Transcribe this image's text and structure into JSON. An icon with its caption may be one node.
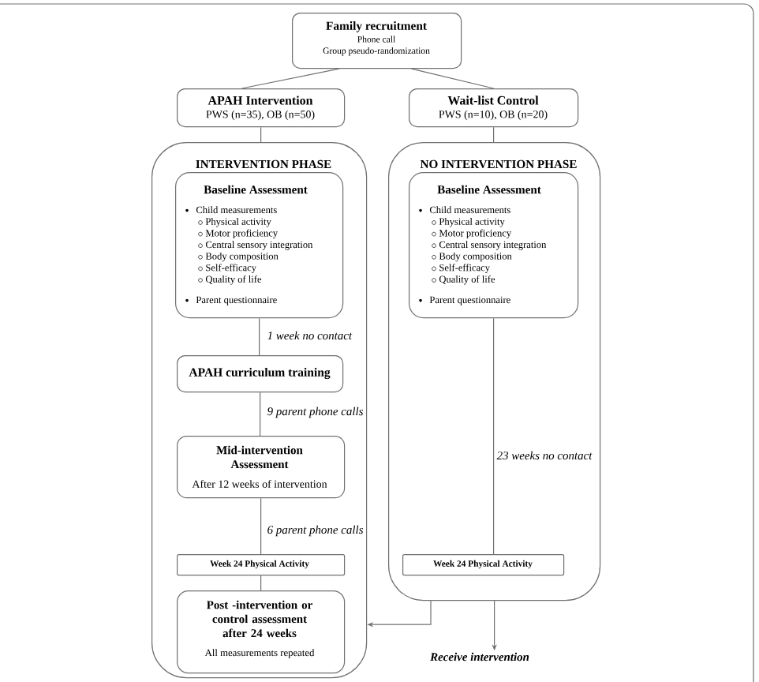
{
  "diagram": {
    "nodes": [
      {
        "text": [
          "Family recruitment",
          "Phone call",
          "Group pseudo-randomization"
        ]
      },
      {
        "text": [
          "APAH Intervention",
          "PWS (n=35), OB (n=50)"
        ]
      },
      {
        "text": [
          "Wait-list Control",
          "PWS (n=10), OB (n=20)"
        ]
      },
      {
        "text": [
          "INTERVENTION PHASE"
        ]
      },
      {
        "text": [
          "Baseline Assessment",
          "Child measurements",
          "Physical activity",
          "Motor proficiency",
          "Central sensory integration",
          "Body composition",
          "Self-efficacy",
          "Quality of life",
          "Parent questionnaire"
        ],
        "in": 3
      },
      {
        "text": [
          "APAH curriculum training"
        ],
        "in": 3
      },
      {
        "text": [
          "Mid-intervention Assessment",
          "After 12 weeks of intervention"
        ],
        "in": 3
      },
      {
        "text": [
          "Week 24 Physical Activity"
        ],
        "in": 3
      },
      {
        "text": [
          "Post -intervention or control assessment after 24 weeks",
          "All measurements repeated"
        ],
        "in": 3
      },
      {
        "text": [
          "NO INTERVENTION PHASE"
        ]
      },
      {
        "text": [
          "Baseline Assessment",
          "Child measurements",
          "Physical activity",
          "Motor proficiency",
          "Central sensory integration",
          "Body composition",
          "Self-efficacy",
          "Quality of life",
          "Parent questionnaire"
        ],
        "in": 9
      },
      {
        "text": [
          "Week 24 Physical Activity"
        ],
        "in": 9
      },
      {
        "text": [
          "Receive intervention"
        ]
      }
    ],
    "edges": [
      {
        "from": 0,
        "to": 1,
        "arrow": "none"
      },
      {
        "from": 0,
        "to": 2,
        "arrow": "none"
      },
      {
        "from": 1,
        "to": 3,
        "arrow": "none"
      },
      {
        "from": 2,
        "to": 9,
        "arrow": "none"
      },
      {
        "from": 4,
        "to": 5,
        "arrow": "none",
        "label": "1 week no contact"
      },
      {
        "from": 5,
        "to": 6,
        "arrow": "none",
        "label": "9 parent phone calls"
      },
      {
        "from": 6,
        "to": 7,
        "arrow": "none",
        "label": "6 parent phone calls"
      },
      {
        "from": 7,
        "to": 8,
        "arrow": "none"
      },
      {
        "from": 10,
        "to": 11,
        "arrow": "none",
        "label": "23 weeks no contact"
      },
      {
        "from": 9,
        "to": 3,
        "arrow": "to"
      },
      {
        "from": 9,
        "to": 12,
        "arrow": "to"
      }
    ]
  }
}
